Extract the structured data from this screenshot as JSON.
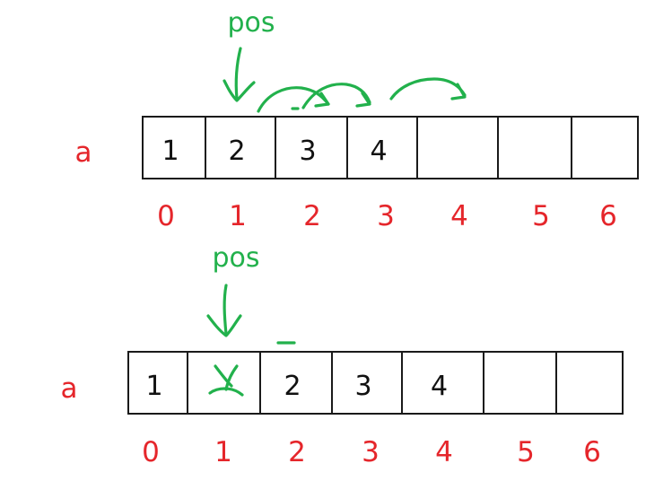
{
  "colors": {
    "red": "#e5262b",
    "green": "#22b14c",
    "black": "#111111"
  },
  "top": {
    "array_name": "a",
    "pointer_label": "pos",
    "cells": [
      "1",
      "2",
      "3",
      "4",
      "",
      "",
      ""
    ],
    "indices": [
      "0",
      "1",
      "2",
      "3",
      "4",
      "5",
      "6"
    ]
  },
  "bottom": {
    "array_name": "a",
    "pointer_label": "pos",
    "cells": [
      "1",
      "",
      "2",
      "3",
      "4",
      "",
      ""
    ],
    "indices": [
      "0",
      "1",
      "2",
      "3",
      "4",
      "5",
      "6"
    ],
    "crossed_out_index": 1
  }
}
